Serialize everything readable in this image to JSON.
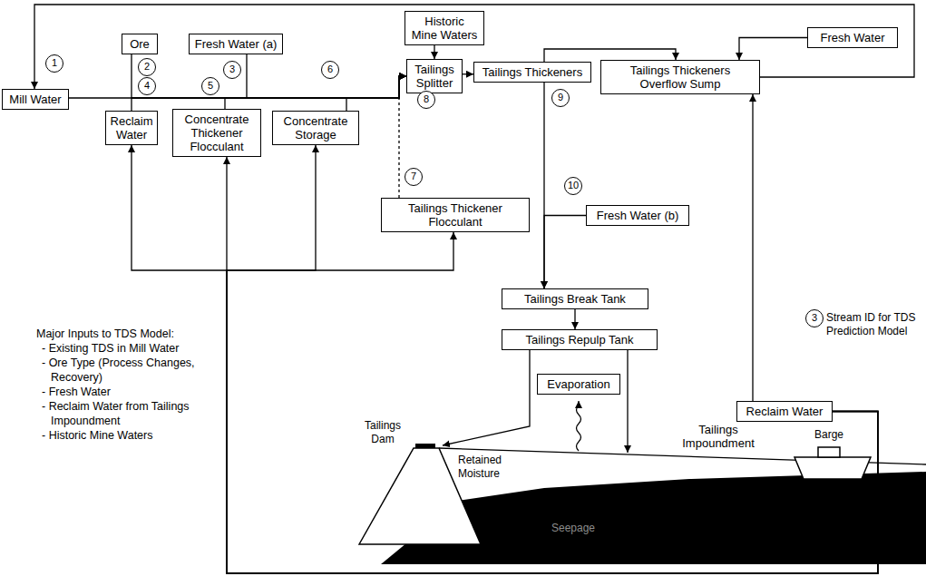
{
  "diagram": {
    "nodes": [
      {
        "text": [
          "Mill Water"
        ]
      },
      {
        "text": [
          "Ore"
        ]
      },
      {
        "text": [
          "Fresh Water (a)"
        ]
      },
      {
        "text": [
          "Historic Mine Waters"
        ]
      },
      {
        "text": [
          "Tailings Splitter"
        ]
      },
      {
        "text": [
          "Tailings Thickeners"
        ]
      },
      {
        "text": [
          "Tailings Thickeners Overflow Sump"
        ]
      },
      {
        "text": [
          "Fresh Water"
        ]
      },
      {
        "text": [
          "Reclaim Water"
        ]
      },
      {
        "text": [
          "Concentrate Thickener Flocculant"
        ]
      },
      {
        "text": [
          "Concentrate Storage"
        ]
      },
      {
        "text": [
          "Tailings Thickener Flocculant"
        ]
      },
      {
        "text": [
          "Fresh Water (b)"
        ]
      },
      {
        "text": [
          "Tailings Break Tank"
        ]
      },
      {
        "text": [
          "Tailings Repulp Tank"
        ]
      },
      {
        "text": [
          "Evaporation"
        ]
      },
      {
        "text": [
          "Reclaim Water"
        ]
      }
    ],
    "edges": [
      {
        "from": 0,
        "to": 4,
        "arrow": "to"
      },
      {
        "from": 1,
        "to": 4,
        "arrow": "to"
      },
      {
        "from": 2,
        "to": 4,
        "arrow": "to"
      },
      {
        "from": 8,
        "to": 4,
        "arrow": "to"
      },
      {
        "from": 9,
        "to": 4,
        "arrow": "to"
      },
      {
        "from": 10,
        "to": 4,
        "arrow": "to"
      },
      {
        "from": 11,
        "to": 4,
        "arrow": "to"
      },
      {
        "from": 3,
        "to": 4,
        "arrow": "to"
      },
      {
        "from": 4,
        "to": 5,
        "arrow": "to"
      },
      {
        "from": 5,
        "to": 6,
        "arrow": "to"
      },
      {
        "from": 7,
        "to": 6,
        "arrow": "to"
      },
      {
        "from": 6,
        "to": 0,
        "arrow": "to"
      },
      {
        "from": 5,
        "to": 13,
        "arrow": "to"
      },
      {
        "from": 12,
        "to": 13,
        "arrow": "to"
      },
      {
        "from": 13,
        "to": 14,
        "arrow": "to"
      },
      {
        "from": 16,
        "to": 6,
        "arrow": "to"
      },
      {
        "from": 16,
        "to": 8,
        "arrow": "to"
      },
      {
        "from": 16,
        "to": 9,
        "arrow": "to"
      },
      {
        "from": 16,
        "to": 10,
        "arrow": "to"
      },
      {
        "from": 16,
        "to": 11,
        "arrow": "to"
      }
    ],
    "labels": [
      "1",
      "2",
      "3",
      "4",
      "5",
      "6",
      "7",
      "8",
      "9",
      "10",
      "Tailings Impoundment",
      "Tailings Dam",
      "Retained Moisture",
      "Seepage",
      "Barge",
      "Major Inputs to TDS Model:",
      "- Existing TDS in Mill Water",
      "- Ore Type (Process Changes, Recovery)",
      "- Fresh Water",
      "- Reclaim Water from Tailings Impoundment",
      "- Historic Mine Waters",
      "3",
      "Stream ID for TDS Prediction Model"
    ]
  }
}
